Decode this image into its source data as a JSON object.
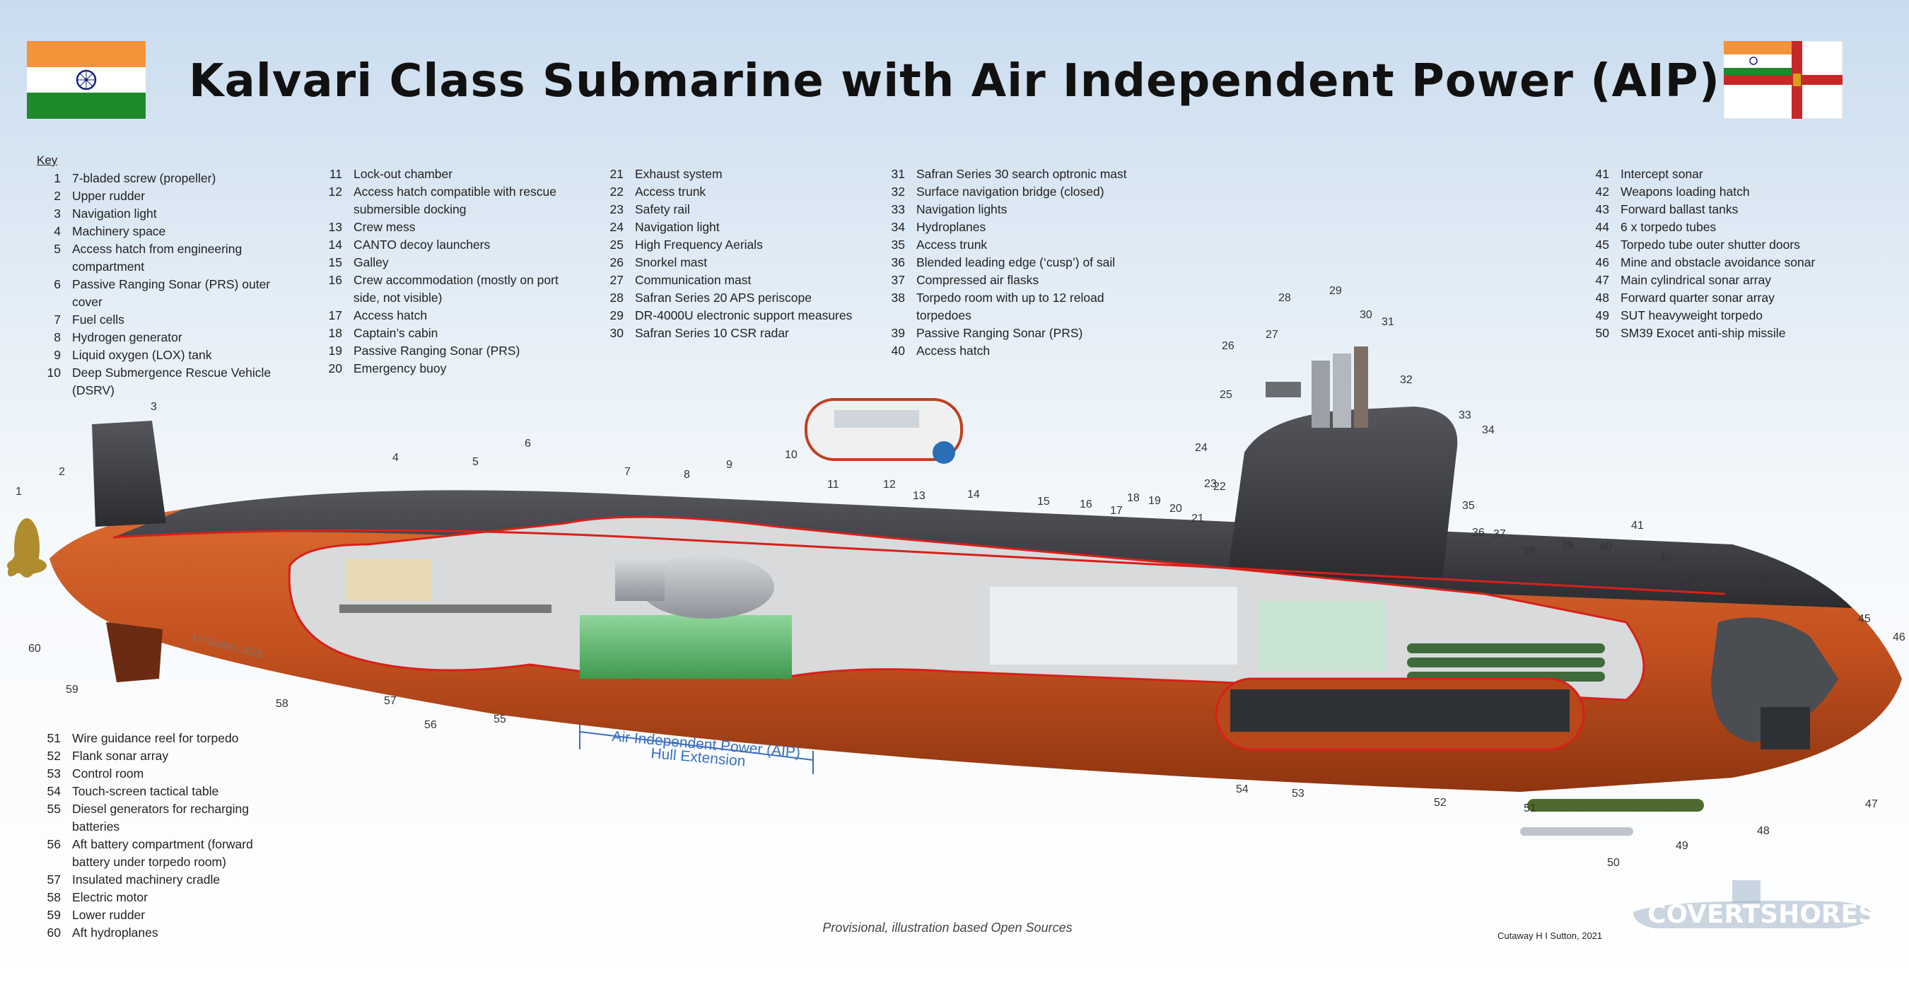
{
  "title": "Kalvari Class Submarine with Air Independent Power (AIP)",
  "key_heading": "Key",
  "key_columns": [
    [
      {
        "n": "1",
        "t": "7-bladed screw (propeller)"
      },
      {
        "n": "2",
        "t": "Upper rudder"
      },
      {
        "n": "3",
        "t": "Navigation light"
      },
      {
        "n": "4",
        "t": "Machinery space"
      },
      {
        "n": "5",
        "t": "Access hatch from engineering compartment"
      },
      {
        "n": "6",
        "t": "Passive Ranging Sonar (PRS) outer cover"
      },
      {
        "n": "7",
        "t": "Fuel cells"
      },
      {
        "n": "8",
        "t": "Hydrogen generator"
      },
      {
        "n": "9",
        "t": "Liquid oxygen (LOX) tank"
      },
      {
        "n": "10",
        "t": "Deep Submergence Rescue Vehicle (DSRV)"
      }
    ],
    [
      {
        "n": "11",
        "t": "Lock-out chamber"
      },
      {
        "n": "12",
        "t": "Access hatch compatible with rescue submersible docking"
      },
      {
        "n": "13",
        "t": "Crew mess"
      },
      {
        "n": "14",
        "t": "CANTO decoy launchers"
      },
      {
        "n": "15",
        "t": "Galley"
      },
      {
        "n": "16",
        "t": "Crew accommodation (mostly on port side, not visible)"
      },
      {
        "n": "17",
        "t": "Access hatch"
      },
      {
        "n": "18",
        "t": "Captain’s cabin"
      },
      {
        "n": "19",
        "t": "Passive Ranging Sonar (PRS)"
      },
      {
        "n": "20",
        "t": "Emergency buoy"
      }
    ],
    [
      {
        "n": "21",
        "t": "Exhaust system"
      },
      {
        "n": "22",
        "t": "Access trunk"
      },
      {
        "n": "23",
        "t": "Safety rail"
      },
      {
        "n": "24",
        "t": "Navigation light"
      },
      {
        "n": "25",
        "t": "High Frequency Aerials"
      },
      {
        "n": "26",
        "t": "Snorkel mast"
      },
      {
        "n": "27",
        "t": "Communication mast"
      },
      {
        "n": "28",
        "t": "Safran Series 20 APS periscope"
      },
      {
        "n": "29",
        "t": "DR-4000U electronic support measures"
      },
      {
        "n": "30",
        "t": "Safran Series 10 CSR radar"
      }
    ],
    [
      {
        "n": "31",
        "t": "Safran Series 30 search optronic mast"
      },
      {
        "n": "32",
        "t": "Surface navigation bridge (closed)"
      },
      {
        "n": "33",
        "t": "Navigation lights"
      },
      {
        "n": "34",
        "t": "Hydroplanes"
      },
      {
        "n": "35",
        "t": "Access trunk"
      },
      {
        "n": "36",
        "t": "Blended leading edge (‘cusp’) of sail"
      },
      {
        "n": "37",
        "t": "Compressed air flasks"
      },
      {
        "n": "38",
        "t": "Torpedo room with up to 12 reload torpedoes"
      },
      {
        "n": "39",
        "t": "Passive Ranging Sonar (PRS)"
      },
      {
        "n": "40",
        "t": "Access hatch"
      }
    ],
    [
      {
        "n": "41",
        "t": "Intercept sonar"
      },
      {
        "n": "42",
        "t": "Weapons loading hatch"
      },
      {
        "n": "43",
        "t": "Forward ballast tanks"
      },
      {
        "n": "44",
        "t": "6 x torpedo tubes"
      },
      {
        "n": "45",
        "t": "Torpedo tube outer shutter doors"
      },
      {
        "n": "46",
        "t": "Mine and obstacle avoidance sonar"
      },
      {
        "n": "47",
        "t": "Main cylindrical sonar array"
      },
      {
        "n": "48",
        "t": "Forward quarter sonar array"
      },
      {
        "n": "49",
        "t": "SUT heavyweight torpedo"
      },
      {
        "n": "50",
        "t": "SM39 Exocet anti-ship missile"
      }
    ],
    [
      {
        "n": "51",
        "t": "Wire guidance reel for torpedo"
      },
      {
        "n": "52",
        "t": "Flank sonar array"
      },
      {
        "n": "53",
        "t": "Control room"
      },
      {
        "n": "54",
        "t": "Touch-screen tactical table"
      },
      {
        "n": "55",
        "t": "Diesel generators for recharging batteries"
      },
      {
        "n": "56",
        "t": "Aft battery compartment (forward battery under torpedo room)"
      },
      {
        "n": "57",
        "t": "Insulated machinery cradle"
      },
      {
        "n": "58",
        "t": "Electric motor"
      },
      {
        "n": "59",
        "t": "Lower rudder"
      },
      {
        "n": "60",
        "t": "Aft hydroplanes"
      }
    ]
  ],
  "aip_label_1": "Air Independent Power (AIP)",
  "aip_label_2": "Hull Extension",
  "signature": "H I Sutton, 2021",
  "footer_note": "Provisional, illustration based Open Sources",
  "credit": "Cutaway H I Sutton, 2021",
  "watermark": "COVERTSHORES",
  "watermark_url": "www.hisutton.com",
  "colors": {
    "hull_red": "#c2501f",
    "hull_dark": "#3a3a3e",
    "accent_line": "#d8201a",
    "aip_blue": "#3a6fc0"
  }
}
